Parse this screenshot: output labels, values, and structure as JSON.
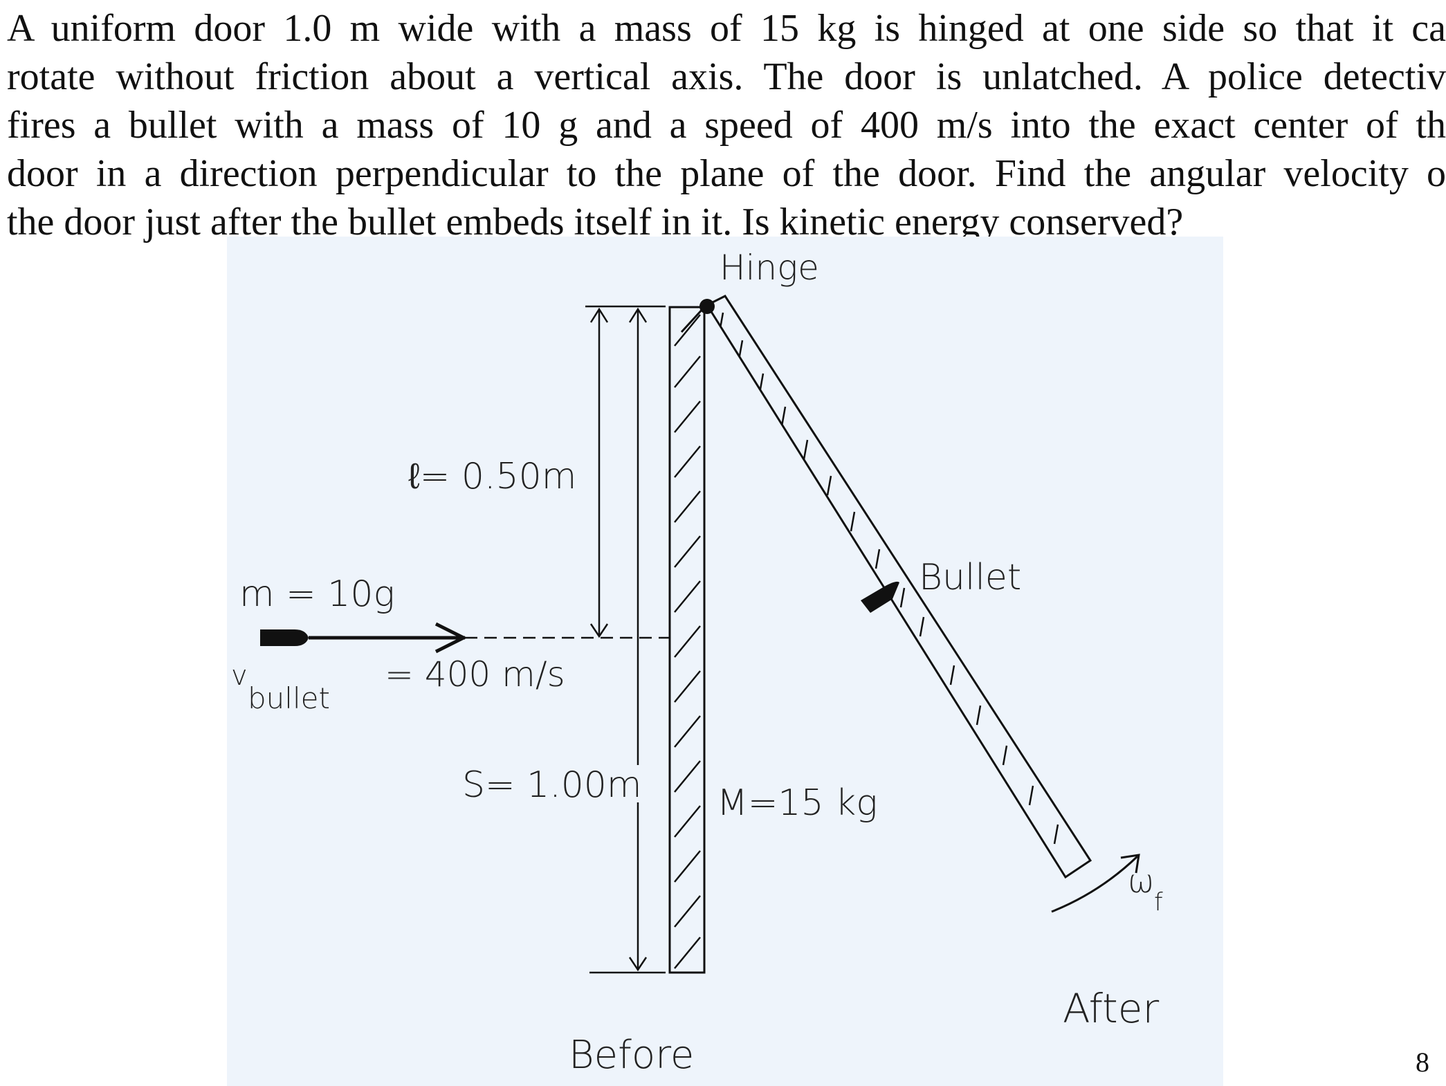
{
  "problem": {
    "lines": [
      "A uniform door 1.0 m wide with a mass of 15 kg is hinged at one side so that it ca",
      "rotate without friction about a vertical axis. The door is unlatched. A police detectiv",
      "fires a bullet with a mass of 10 g and a speed of 400 m/s into the exact center of th",
      "door in a direction perpendicular to the plane of the door. Find the angular velocity o",
      "the door just after the bullet embeds itself in it. Is kinetic energy conserved?"
    ]
  },
  "figure": {
    "labels": {
      "hinge": "Hinge",
      "l_distance": "ℓ= 0.50m",
      "bullet_mass": "m = 10g",
      "bullet_velocity_symbol": "v",
      "bullet_velocity_subscript": "bullet",
      "bullet_velocity_value": "= 400 m/s",
      "door_width": "S= 1.00m",
      "door_mass": "M=15 kg",
      "bullet_label": "Bullet",
      "omega_symbol": "ω",
      "omega_subscript": "f",
      "before": "Before",
      "after": "After"
    },
    "colors": {
      "panel_background": "#eef4fb",
      "ink": "#111111"
    }
  },
  "page_number": "8"
}
